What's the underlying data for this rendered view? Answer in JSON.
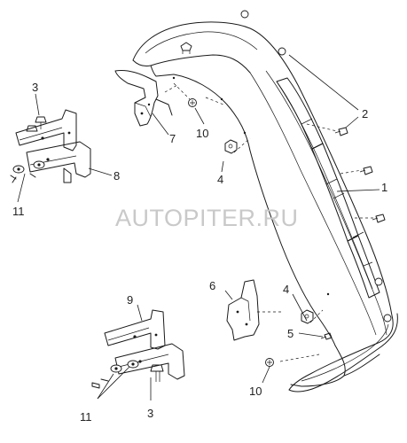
{
  "watermark": "AUTOPITER.RU",
  "callouts": [
    {
      "id": "c1",
      "text": "1"
    },
    {
      "id": "c2",
      "text": "2"
    },
    {
      "id": "c3a",
      "text": "3"
    },
    {
      "id": "c3b",
      "text": "3"
    },
    {
      "id": "c4a",
      "text": "4"
    },
    {
      "id": "c4b",
      "text": "4"
    },
    {
      "id": "c5",
      "text": "5"
    },
    {
      "id": "c6",
      "text": "6"
    },
    {
      "id": "c7",
      "text": "7"
    },
    {
      "id": "c8",
      "text": "8"
    },
    {
      "id": "c9",
      "text": "9"
    },
    {
      "id": "c10a",
      "text": "10"
    },
    {
      "id": "c10b",
      "text": "10"
    },
    {
      "id": "c11a",
      "text": "11"
    },
    {
      "id": "c11b",
      "text": "11"
    }
  ]
}
